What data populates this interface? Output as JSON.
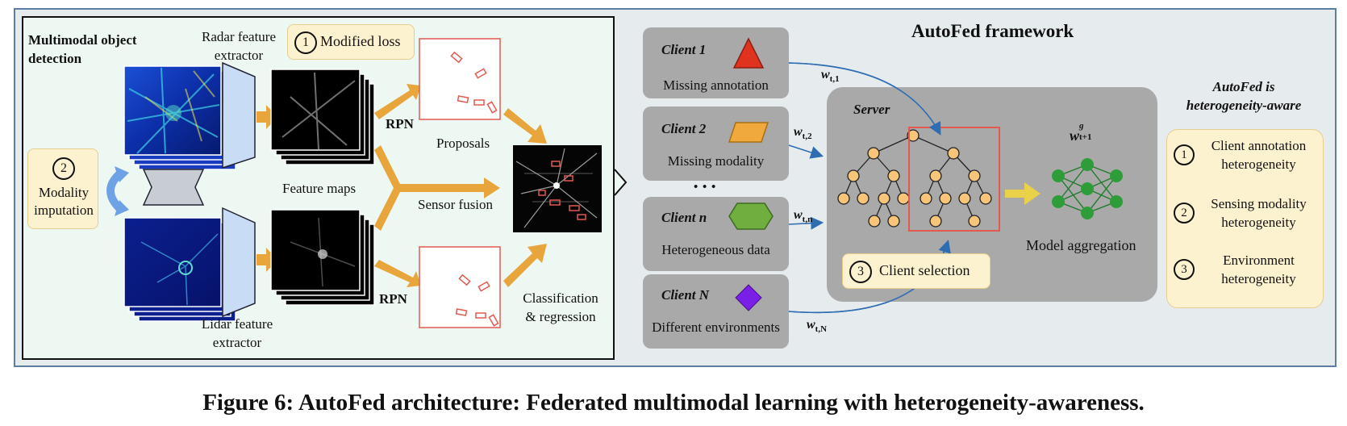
{
  "caption": "Figure 6: AutoFed architecture: Federated multimodal learning with heterogeneity-awareness.",
  "left": {
    "title_line1": "Multimodal object",
    "title_line2": "detection",
    "radar_line1": "Radar feature",
    "radar_line2": "extractor",
    "lidar_line1": "Lidar feature",
    "lidar_line2": "extractor",
    "modified_loss": "Modified loss",
    "modality_line1": "Modality",
    "modality_line2": "imputation",
    "feature_maps": "Feature maps",
    "rpn_top": "RPN",
    "rpn_bottom": "RPN",
    "proposals": "Proposals",
    "sensor_fusion": "Sensor fusion",
    "classif_line1": "Classification",
    "classif_line2": "& regression"
  },
  "framework": {
    "title": "AutoFed framework",
    "server": "Server",
    "client_selection": "Client selection",
    "model_aggregation": "Model aggregation",
    "dots": "• • •",
    "clients": [
      {
        "name": "Client 1",
        "desc": "Missing annotation",
        "shape": "triangle-icon",
        "color": "#e0331f",
        "weight": "w",
        "sub": "t,1"
      },
      {
        "name": "Client 2",
        "desc": "Missing modality",
        "shape": "parallelogram-icon",
        "color": "#f0a93c",
        "weight": "w",
        "sub": "t,2"
      },
      {
        "name": "Client n",
        "desc": "Heterogeneous data",
        "shape": "hexagon-icon",
        "color": "#6fae3f",
        "weight": "w",
        "sub": "t,n"
      },
      {
        "name": "Client N",
        "desc": "Different environments",
        "shape": "diamond-icon",
        "color": "#7a1fe6",
        "weight": "w",
        "sub": "t,N"
      }
    ],
    "agg_weight": "w",
    "agg_sup": "g",
    "agg_sub": "t+1"
  },
  "aware": {
    "title_line1": "AutoFed is",
    "title_line2": "heterogeneity-aware",
    "items": [
      {
        "num": "1",
        "line1": "Client annotation",
        "line2": "heterogeneity"
      },
      {
        "num": "2",
        "line1": "Sensing modality",
        "line2": "heterogeneity"
      },
      {
        "num": "3",
        "line1": "Environment",
        "line2": "heterogeneity"
      }
    ]
  },
  "nums": {
    "one": "1",
    "two": "2",
    "three": "3"
  },
  "colors": {
    "arrow": "#e8a53c",
    "blue_arrow": "#2f6db3",
    "red_box": "#e25a4f",
    "pill": "#fdf2d0",
    "client_bg": "#a9a9a9",
    "panel_bg": "#eef8f2",
    "frame_bg": "#e6ebee",
    "node_orange": "#f6c57a",
    "node_green": "#2f9c3a",
    "extractor": "#c9dcf5",
    "yellow_arrow": "#e9d24a"
  }
}
